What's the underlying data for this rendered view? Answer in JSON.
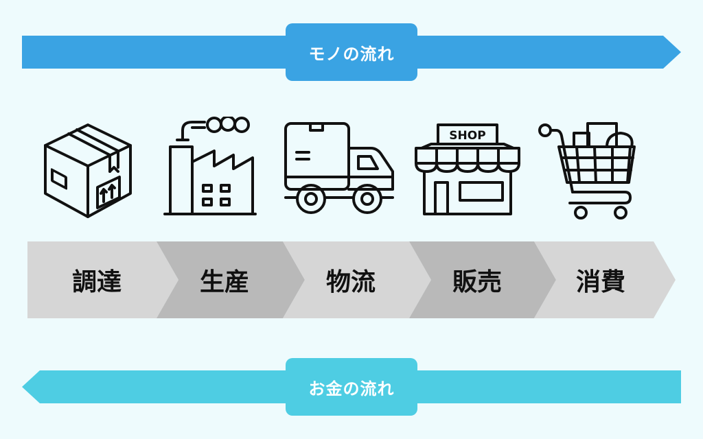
{
  "goods_flow": {
    "label": "モノの流れ",
    "color": "#3aa3e3"
  },
  "money_flow": {
    "label": "お金の流れ",
    "color": "#4ecde3"
  },
  "stages": [
    {
      "label": "調達",
      "icon": "cardboard-box-icon"
    },
    {
      "label": "生産",
      "icon": "factory-icon"
    },
    {
      "label": "物流",
      "icon": "delivery-truck-icon"
    },
    {
      "label": "販売",
      "icon": "shop-storefront-icon",
      "icon_text": "SHOP"
    },
    {
      "label": "消費",
      "icon": "shopping-cart-icon"
    }
  ],
  "colors": {
    "background": "#eefbfd",
    "chevron_light": "#d6d6d6",
    "chevron_dark": "#b9b9b9",
    "icon_stroke": "#111111"
  }
}
